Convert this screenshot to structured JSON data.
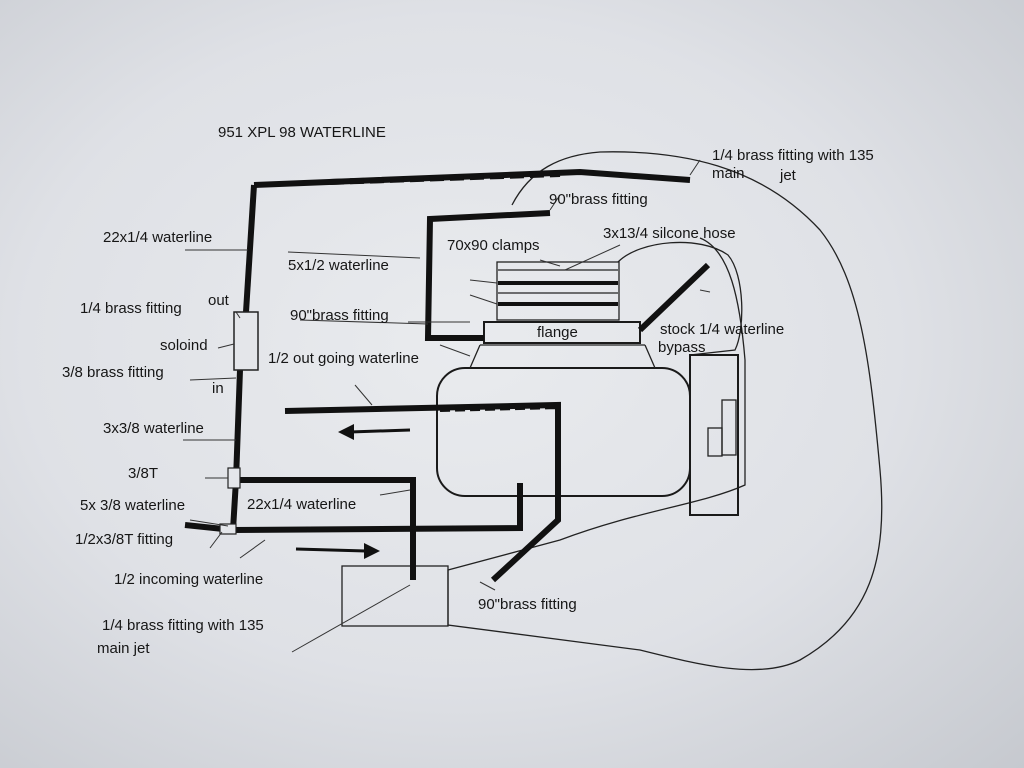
{
  "title": "951 XPL 98 WATERLINE",
  "labels": {
    "top_right_fitting_a": "1/4 brass fitting with 135",
    "top_right_fitting_b": "main",
    "top_right_fitting_c": "jet",
    "brass_fitting_90_top": "90\"brass fitting",
    "clamps": "70x90 clamps",
    "silicone_hose": "3x13/4 silcone hose",
    "waterline_22_top": "22x1/4 waterline",
    "waterline_5x12": "5x1/2 waterline",
    "brass_fitting_14": "1/4 brass fitting",
    "out": "out",
    "solenoid": "soloind",
    "brass_fitting_90_mid": "90\"brass fitting",
    "flange": "flange",
    "stock_waterline": "stock 1/4 waterline",
    "bypass": "bypass",
    "brass_fitting_38": "3/8 brass fitting",
    "outgoing": "1/2 out going waterline",
    "in": "in",
    "waterline_3x38": "3x3/8 waterline",
    "tee_38": "3/8T",
    "waterline_5x38": "5x 3/8 waterline",
    "waterline_22_bottom": "22x1/4 waterline",
    "fitting_12x38": "1/2x3/8T fitting",
    "incoming": "1/2  incoming waterline",
    "brass_fitting_90_bottom": "90\"brass fitting",
    "bottom_fitting_a": "1/4 brass fitting with 135",
    "bottom_fitting_b": "main jet"
  }
}
